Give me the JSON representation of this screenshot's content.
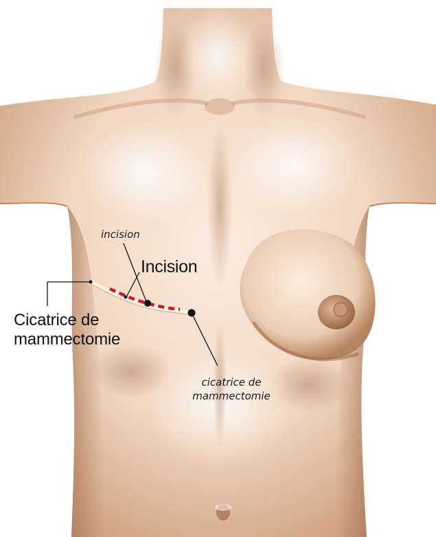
{
  "labels": {
    "incision_small": "incision",
    "incision_large": "Incision",
    "scar_large_line1": "Cicatrice de",
    "scar_large_line2": "mammectomie",
    "scar_small_line1": "cicatrice de",
    "scar_small_line2": "mammectomie"
  },
  "colors": {
    "skin": "#f3dcc8",
    "skin_shadow": "#b98a6a",
    "incision_dash": "#d0181e",
    "scar": "#fbf3ea",
    "leader": "#111111"
  }
}
